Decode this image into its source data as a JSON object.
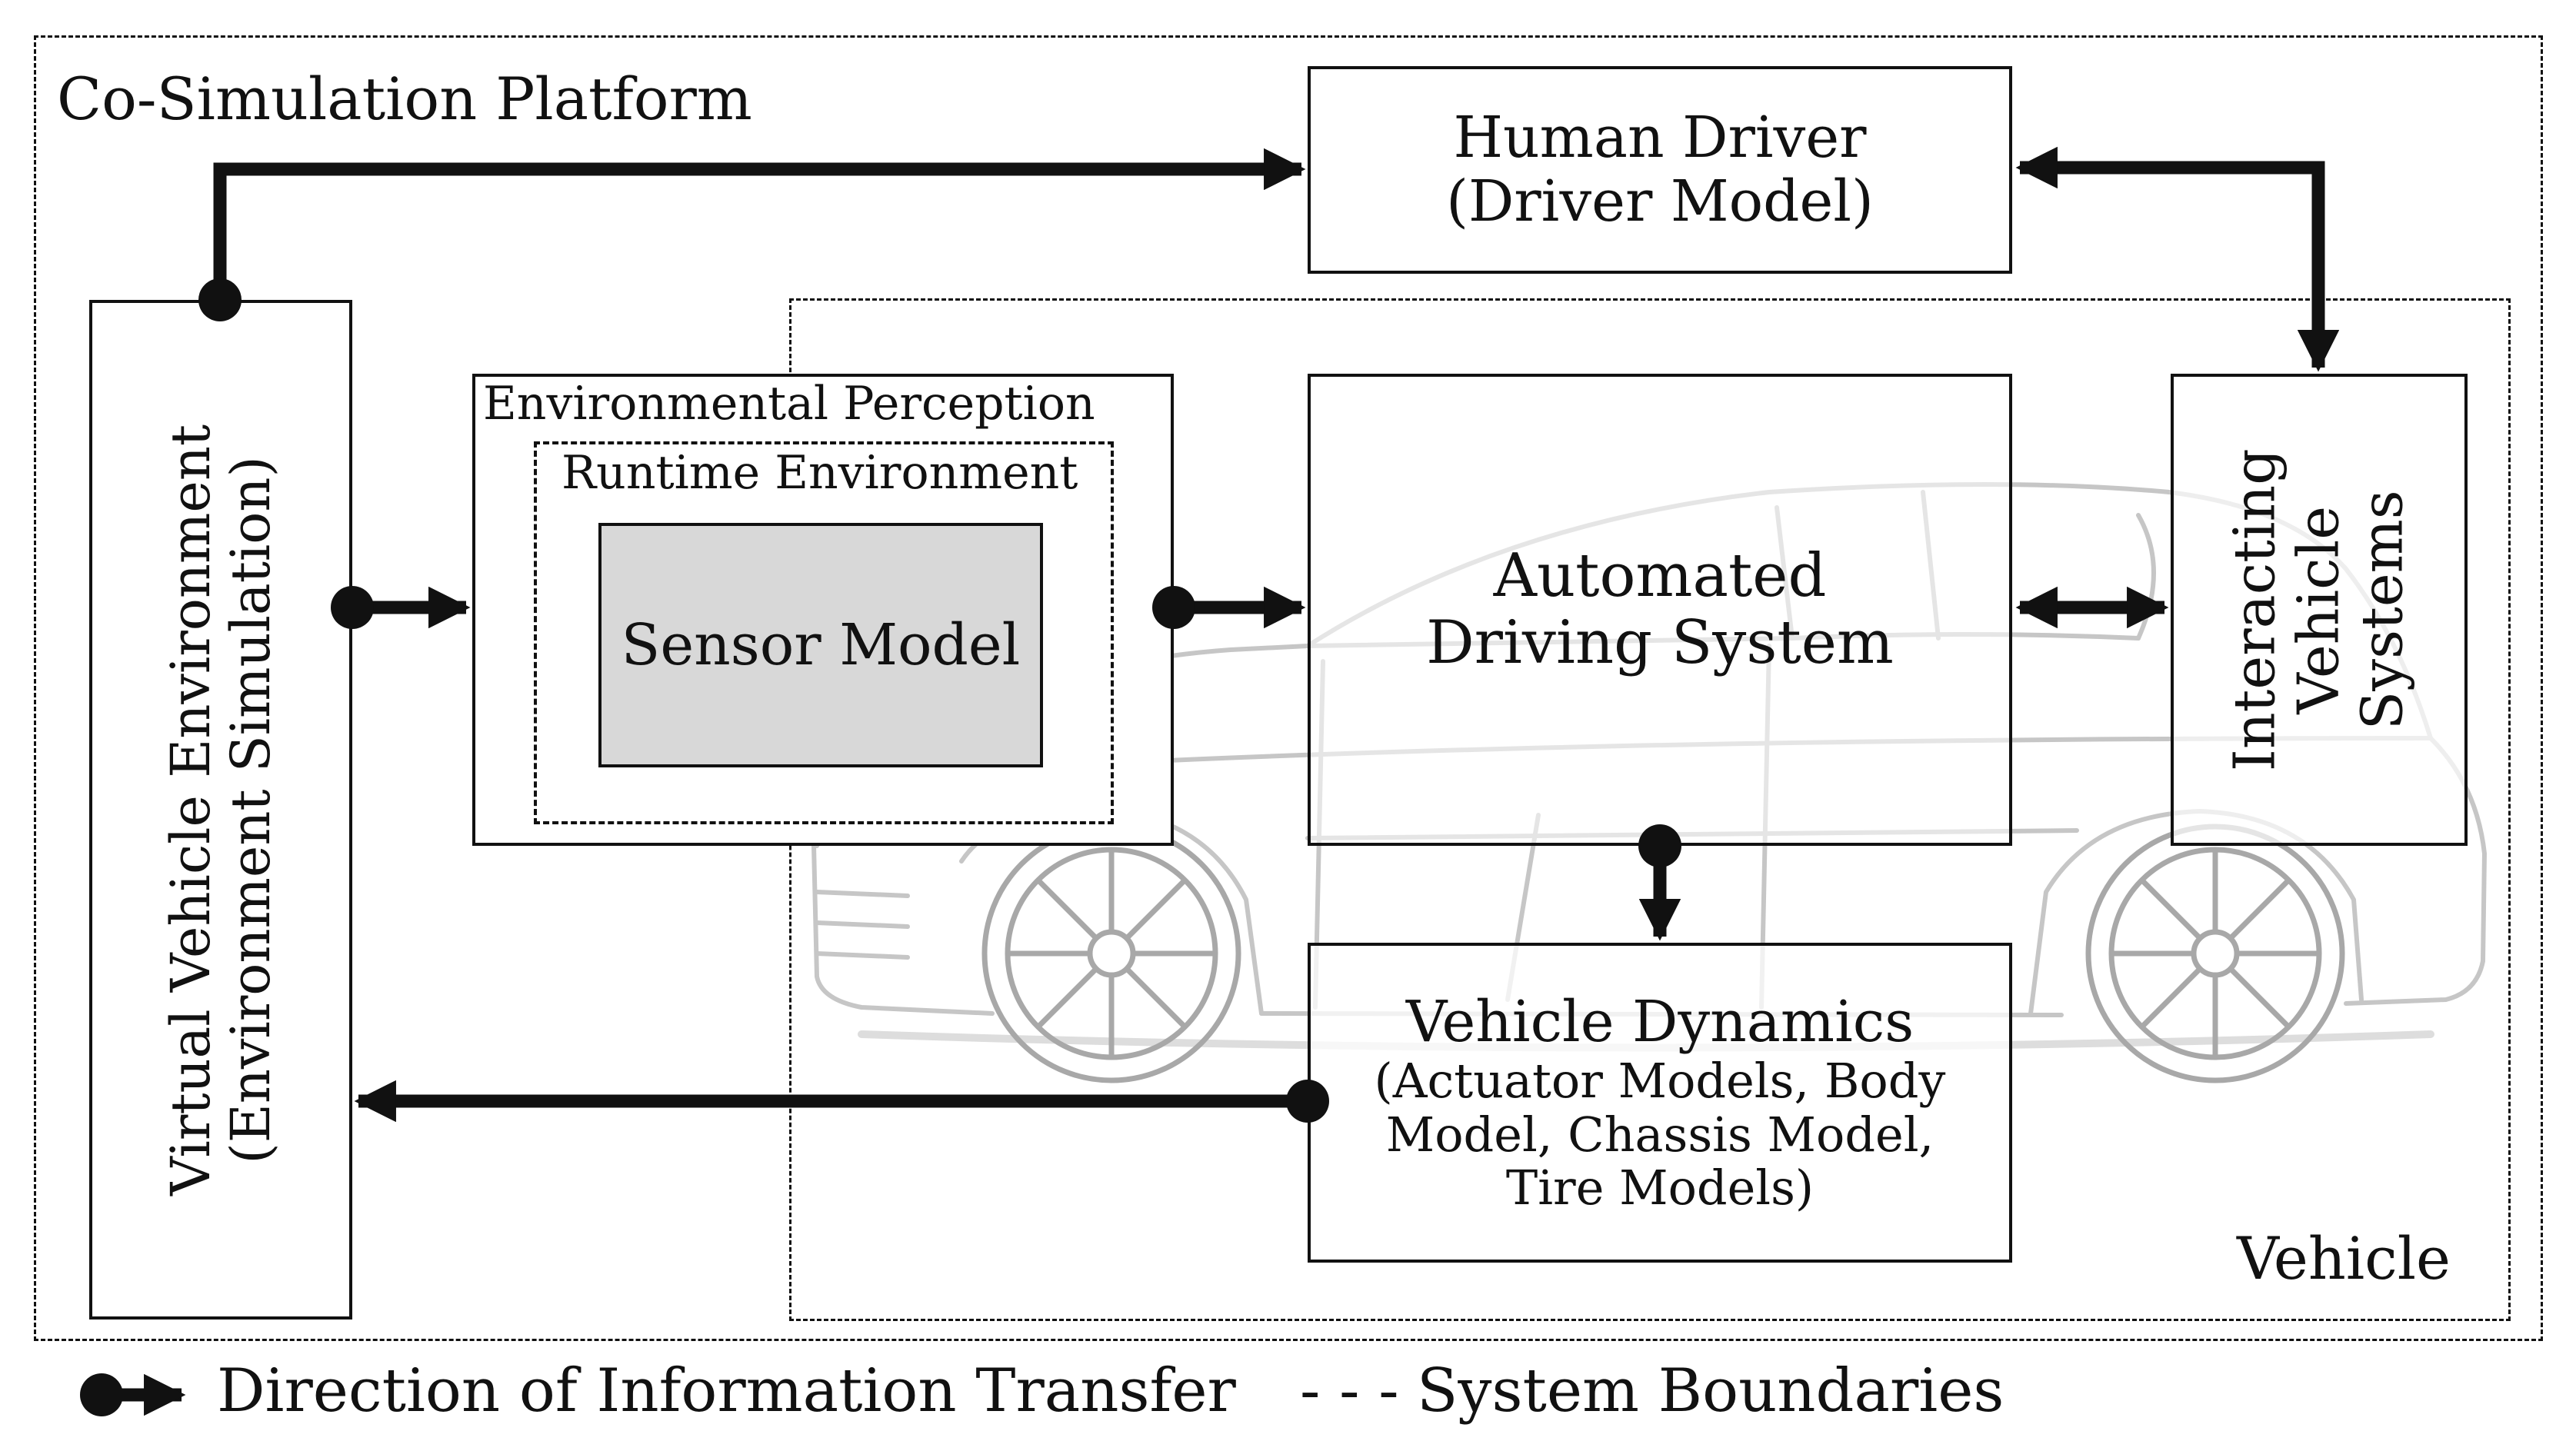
{
  "platform": {
    "title": "Co-Simulation Platform"
  },
  "vehicle_boundary": {
    "label": "Vehicle"
  },
  "nodes": {
    "human_driver": {
      "line1": "Human Driver",
      "line2": "(Driver Model)"
    },
    "virtual_env": {
      "line1": "Virtual Vehicle Environment",
      "line2": "(Environment Simulation)"
    },
    "env_perception": {
      "title": "Environmental Perception"
    },
    "runtime_env": {
      "title": "Runtime Environment"
    },
    "sensor_model": {
      "label": "Sensor Model"
    },
    "ads": {
      "line1": "Automated",
      "line2": "Driving System"
    },
    "interacting": {
      "line1": "Interacting",
      "line2": "Vehicle",
      "line3": "Systems"
    },
    "dynamics": {
      "title": "Vehicle Dynamics",
      "line1": "(Actuator Models, Body",
      "line2": "Model, Chassis Model,",
      "line3": "Tire Models)"
    }
  },
  "legend": {
    "arrow_label": "Direction of Information Transfer",
    "dash_glyph": "- - -",
    "dash_label": "System Boundaries"
  },
  "colors": {
    "line": "#111111",
    "sensor_fill": "#d8d8d8",
    "car_sketch": "#c8c8c8"
  },
  "icons": {
    "car": "car-sketch-icon"
  }
}
